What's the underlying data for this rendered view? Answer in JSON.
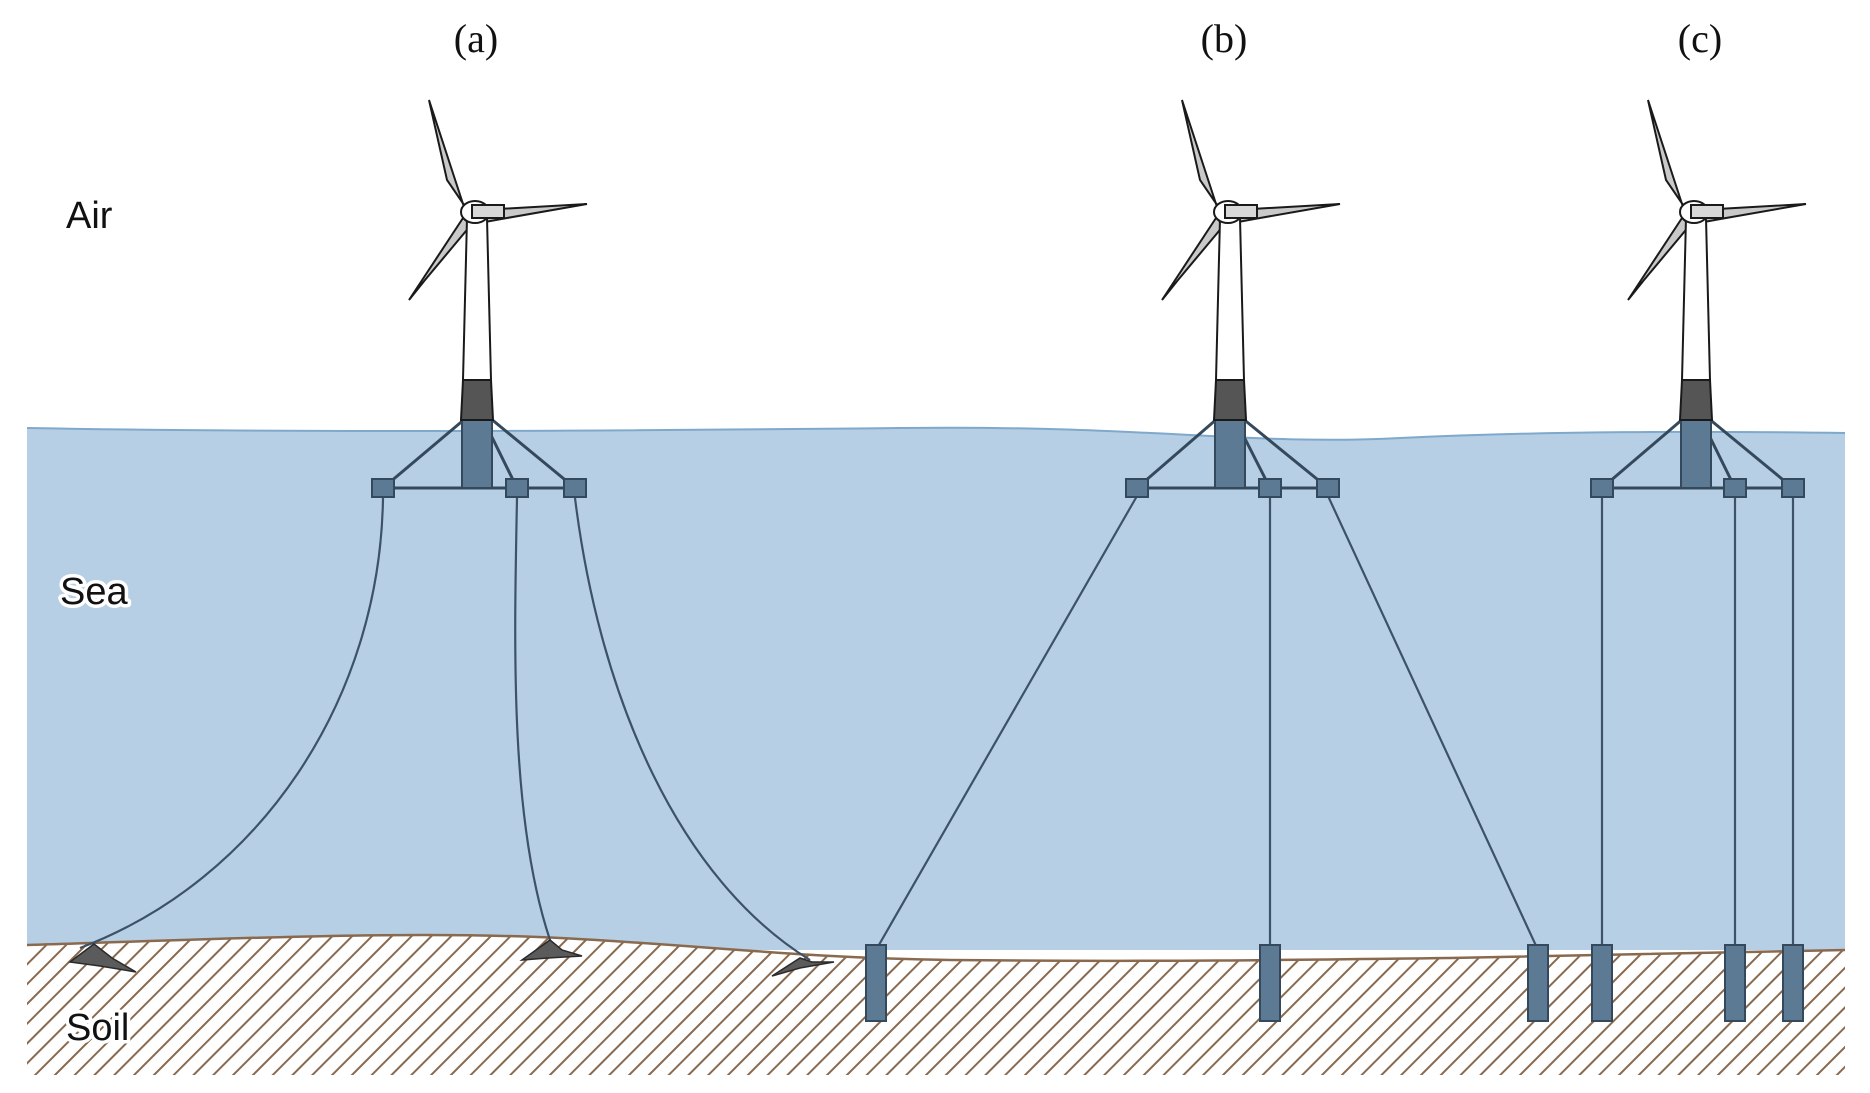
{
  "panels": [
    "(a)",
    "(b)",
    "(c)"
  ],
  "zones": {
    "air": "Air",
    "sea": "Sea",
    "soil": "Soil"
  },
  "colors": {
    "sea": "#b7cfe4",
    "sea_line": "#7fa9cc",
    "soil_hatch": "#8a6a4f",
    "soil_bg": "#ffffff",
    "mooring": "#3d5266",
    "pile": "#5d7a95",
    "blade": "#c9c9c9"
  },
  "icons": [
    "wind-turbine-icon",
    "anchor-icon",
    "pile-icon"
  ]
}
